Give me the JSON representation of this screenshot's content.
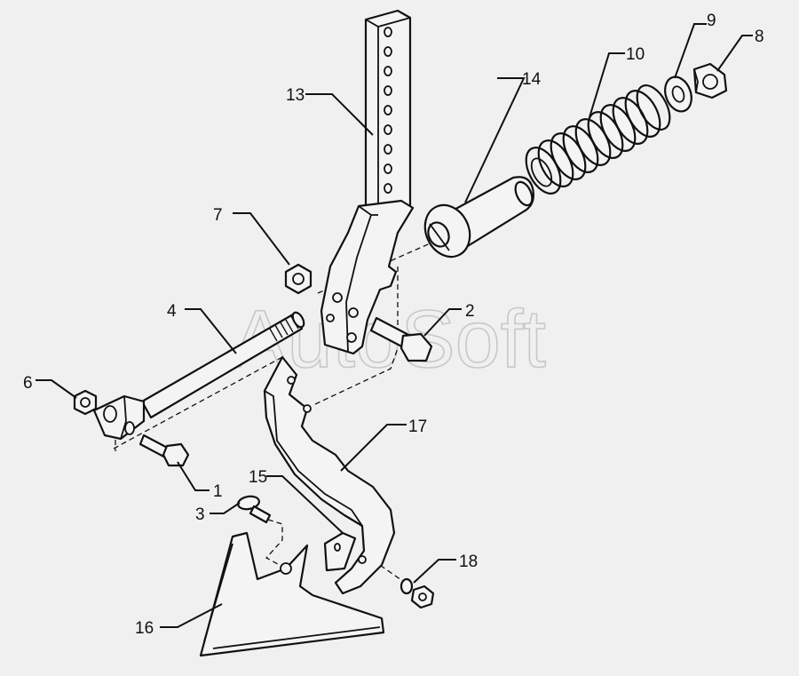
{
  "watermark": "AutoSoft",
  "callouts": {
    "c1": "1",
    "c2": "2",
    "c3": "3",
    "c4": "4",
    "c6": "6",
    "c7": "7",
    "c8": "8",
    "c9": "9",
    "c10": "10",
    "c13": "13",
    "c14": "14",
    "c15": "15",
    "c16": "16",
    "c17": "17",
    "c18": "18"
  }
}
